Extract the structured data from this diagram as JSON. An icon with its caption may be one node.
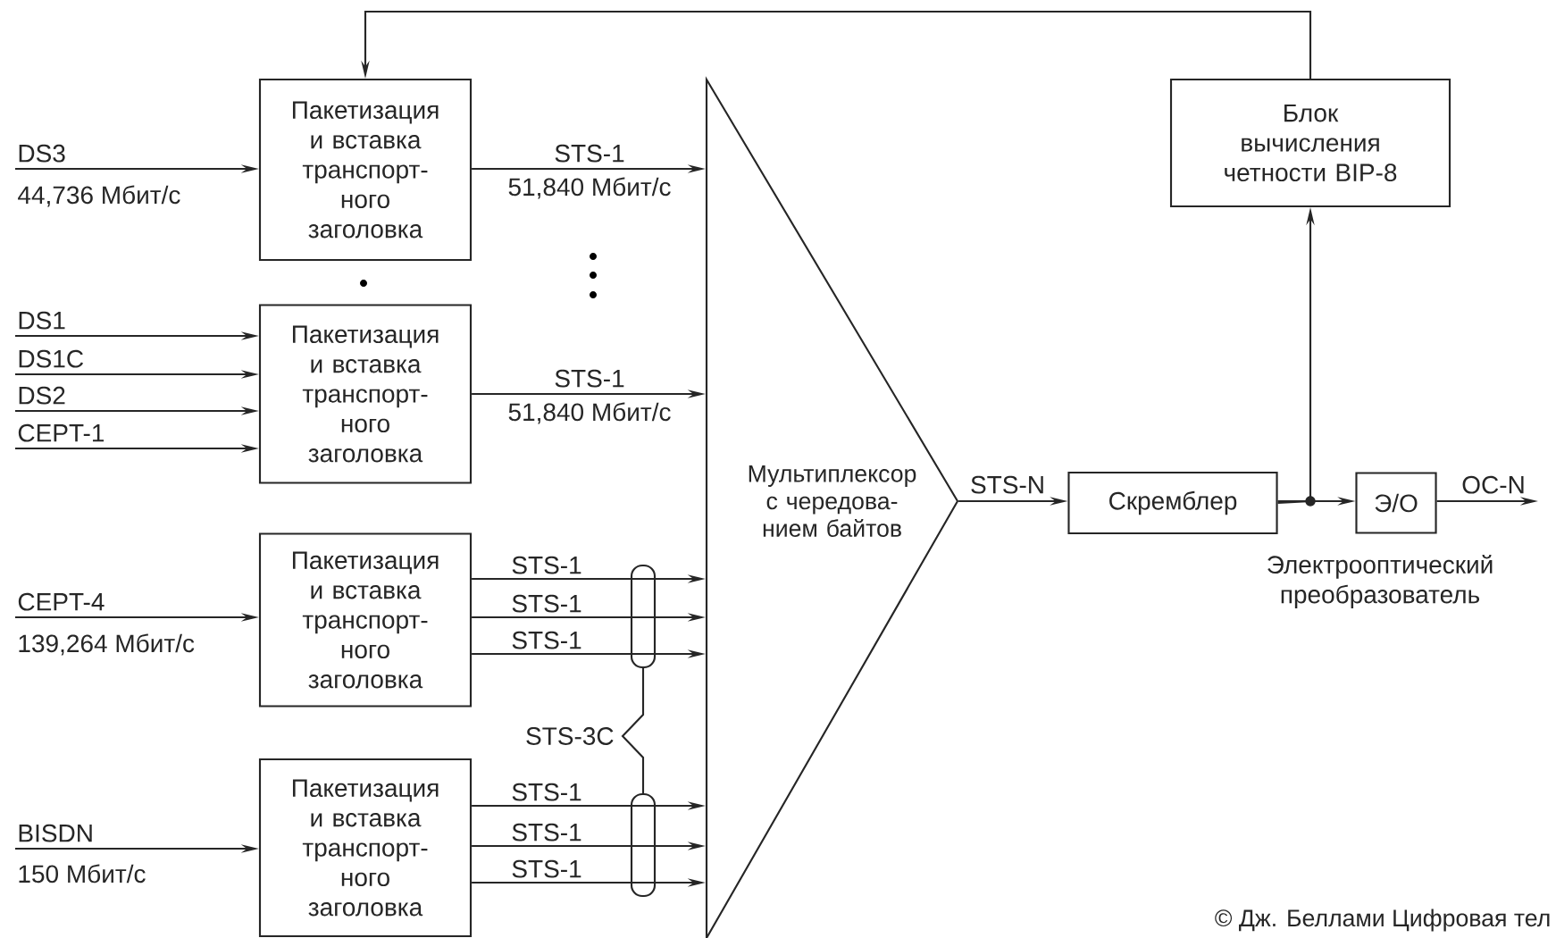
{
  "diagram": {
    "caption": "© Дж. Беллами Цифровая тел",
    "nodes": [
      {
        "text": [
          "Пакетизация и вставка транспорт-ного заголовка"
        ]
      },
      {
        "text": [
          "Пакетизация и вставка транспорт-ного заголовка"
        ]
      },
      {
        "text": [
          "Пакетизация и вставка транспорт-ного заголовка"
        ]
      },
      {
        "text": [
          "Пакетизация и вставка транспорт-ного заголовка"
        ]
      },
      {
        "text": [
          "Мультиплексор с чередова-нием байтов"
        ]
      },
      {
        "text": [
          "Скремблер"
        ]
      },
      {
        "text": [
          "Э/О"
        ],
        "beside": [
          "Электрооптический преобразователь"
        ]
      },
      {
        "text": [
          "Блок вычисления четности BIP-8"
        ]
      }
    ],
    "edges": [
      {
        "from": null,
        "to": 0,
        "arrow": "to",
        "label": "DS3"
      },
      {
        "from": null,
        "to": 1,
        "arrow": "to",
        "label": "DS1"
      },
      {
        "from": null,
        "to": 1,
        "arrow": "to",
        "label": "DS1C"
      },
      {
        "from": null,
        "to": 1,
        "arrow": "to",
        "label": "DS2"
      },
      {
        "from": null,
        "to": 1,
        "arrow": "to",
        "label": "CEPT-1"
      },
      {
        "from": null,
        "to": 2,
        "arrow": "to",
        "label": "CEPT-4"
      },
      {
        "from": null,
        "to": 3,
        "arrow": "to",
        "label": "BISDN"
      },
      {
        "from": 0,
        "to": 4,
        "arrow": "to",
        "label": "STS-1"
      },
      {
        "from": 1,
        "to": 4,
        "arrow": "to",
        "label": "STS-1"
      },
      {
        "from": 2,
        "to": 4,
        "arrow": "to",
        "label": "STS-1"
      },
      {
        "from": 2,
        "to": 4,
        "arrow": "to",
        "label": "STS-1"
      },
      {
        "from": 2,
        "to": 4,
        "arrow": "to",
        "label": "STS-1"
      },
      {
        "from": 3,
        "to": 4,
        "arrow": "to",
        "label": "STS-1"
      },
      {
        "from": 3,
        "to": 4,
        "arrow": "to",
        "label": "STS-1"
      },
      {
        "from": 3,
        "to": 4,
        "arrow": "to",
        "label": "STS-1"
      },
      {
        "from": 4,
        "to": 5,
        "arrow": "to",
        "label": "STS-N"
      },
      {
        "from": 5,
        "to": 6,
        "arrow": "to"
      },
      {
        "from": 5,
        "to": 7,
        "arrow": "to"
      },
      {
        "from": 6,
        "to": null,
        "arrow": "to",
        "label": "OC-N"
      },
      {
        "from": 7,
        "to": 0,
        "arrow": "to"
      }
    ],
    "labels": [
      "44,736 Мбит/с",
      "51,840 Мбит/с",
      "51,840 Мбит/с",
      "139,264 Мбит/с",
      "150 Мбит/с",
      "STS-3C"
    ]
  }
}
